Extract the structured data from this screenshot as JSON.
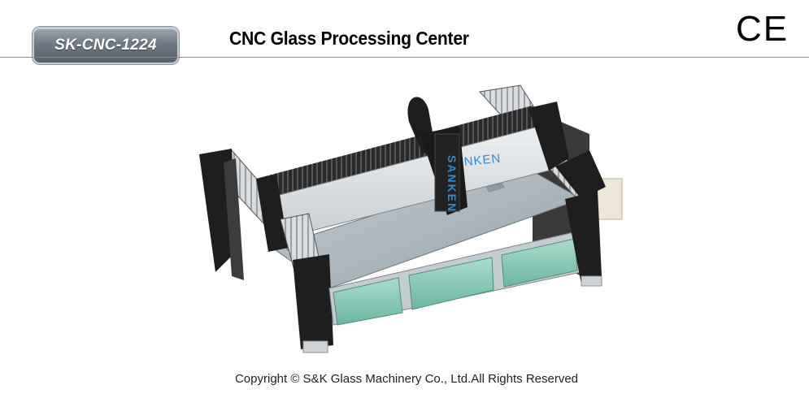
{
  "header": {
    "model_code": "SK-CNC-1224",
    "title": "CNC Glass Processing Center",
    "certification_mark": "CE"
  },
  "machine": {
    "brand_beam": "SANKEN",
    "brand_head": "SANKEN",
    "colors": {
      "frame": "#1e1e1e",
      "table": "#a9b3ba",
      "glass": "#7fc4b2",
      "beam": "#d8dde0"
    }
  },
  "footer": {
    "copyright": "Copyright © S&K Glass Machinery Co., Ltd.All Rights Reserved"
  }
}
